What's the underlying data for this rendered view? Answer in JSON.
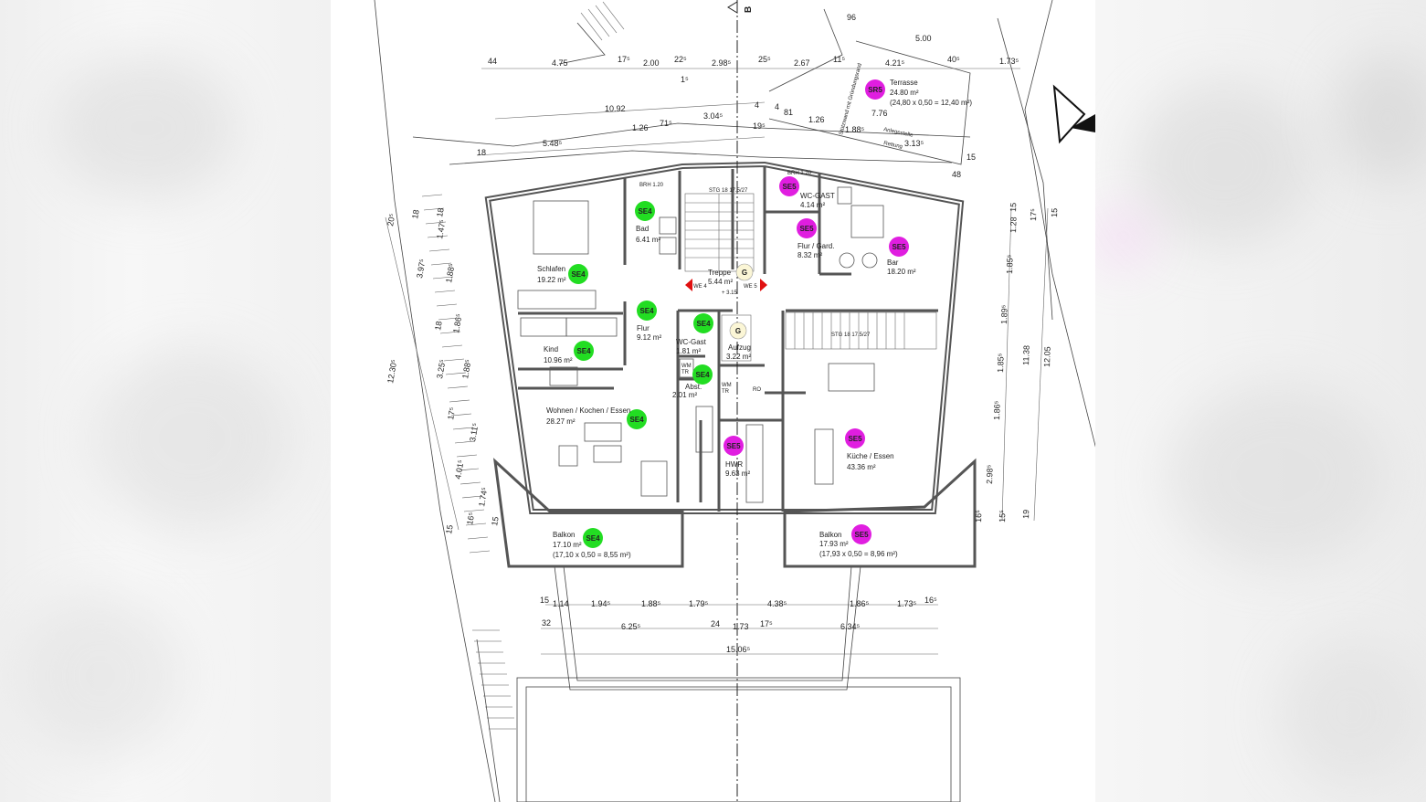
{
  "colors": {
    "we4": "#22dd22",
    "we5": "#e01ee0",
    "common": "#fbf6d6",
    "arrow": "#e01010",
    "wall": "#555555",
    "line": "#333333"
  },
  "section_marker": "B",
  "common_marker": "G",
  "rooms": [
    {
      "id": "schlafen",
      "name": "Schlafen",
      "area": "19.22 m²",
      "tag": "SE4",
      "unit": "we4"
    },
    {
      "id": "bad",
      "name": "Bad",
      "area": "6.41 m²",
      "tag": "SE4",
      "unit": "we4"
    },
    {
      "id": "kind",
      "name": "Kind",
      "area": "10.96 m²",
      "tag": "SE4",
      "unit": "we4"
    },
    {
      "id": "flur4",
      "name": "Flur",
      "area": "9.12 m²",
      "tag": "SE4",
      "unit": "we4"
    },
    {
      "id": "wc4",
      "name": "WC-Gast",
      "area": "1.81 m²",
      "tag": "SE4",
      "unit": "we4"
    },
    {
      "id": "abst",
      "name": "Abst.",
      "area": "2.01 m²",
      "tag": "SE4",
      "unit": "we4"
    },
    {
      "id": "wohnen",
      "name": "Wohnen / Kochen / Essen",
      "area": "28.27 m²",
      "tag": "SE4",
      "unit": "we4"
    },
    {
      "id": "balkon4",
      "name": "Balkon",
      "area": "17.10 m²",
      "note": "(17,10 x 0,50 = 8,55 m²)",
      "tag": "SE4",
      "unit": "we4"
    },
    {
      "id": "wc5",
      "name": "WC-GAST",
      "area": "4.14 m²",
      "tag": "SE5",
      "unit": "we5"
    },
    {
      "id": "flur5",
      "name": "Flur / Gard.",
      "area": "8.32 m²",
      "tag": "SE5",
      "unit": "we5"
    },
    {
      "id": "bar",
      "name": "Bar",
      "area": "18.20 m²",
      "tag": "SE5",
      "unit": "we5"
    },
    {
      "id": "hwr",
      "name": "HWR",
      "area": "9.63 m²",
      "tag": "SE5",
      "unit": "we5"
    },
    {
      "id": "kueche",
      "name": "Küche / Essen",
      "area": "43.36 m²",
      "tag": "SE5",
      "unit": "we5"
    },
    {
      "id": "balkon5",
      "name": "Balkon",
      "area": "17.93 m²",
      "note": "(17,93 x 0,50 = 8,96 m²)",
      "tag": "SE5",
      "unit": "we5"
    },
    {
      "id": "terrasse",
      "name": "Terrasse",
      "area": "24.80 m²",
      "note": "(24,80 x 0,50 = 12,40 m²)",
      "tag": "SR5",
      "unit": "we5"
    },
    {
      "id": "treppe",
      "name": "Treppe",
      "area": "5.44 m²",
      "tag": "G",
      "unit": "common"
    },
    {
      "id": "aufzug",
      "name": "Aufzug",
      "area": "3.22 m²",
      "tag": "G",
      "unit": "common"
    }
  ],
  "small_labels": {
    "we4": "WE 4",
    "we5": "WE 5",
    "level": "+ 3.15",
    "stg_top": "STG 18 17.5/27",
    "stg_right": "STG 18 17.5/27",
    "wm_tr_1": "WM",
    "wm_tr_1b": "TR",
    "wm_tr_2": "WM",
    "wm_tr_2b": "TR",
    "ro": "RO",
    "brh_1": "BRH 1.20",
    "brh_2": "BRH 1.20",
    "anlegestelle": "Anlegestelle",
    "rettung": "Rettung",
    "stuetzwand": "Stützwand mit Gründungsrand"
  },
  "dims_top": [
    "44",
    "4.75",
    "17⁵",
    "2.00",
    "22⁵",
    "2.98⁵",
    "25⁵",
    "2.67",
    "11⁵",
    "4.21⁵",
    "40⁵",
    "1.73⁵",
    "96",
    "5.00",
    "1⁵",
    "10.92",
    "1.26",
    "71⁵",
    "3.04⁵",
    "4",
    "19⁵",
    "4",
    "81",
    "1.26",
    "1.88⁵",
    "7.76",
    "3.13⁵",
    "18",
    "5.48⁵",
    "15",
    "48"
  ],
  "dims_bottom": [
    "15",
    "1.14",
    "1.94⁵",
    "1.88⁵",
    "1.79⁵",
    "4.38⁵",
    "1.86⁵",
    "1.73⁵",
    "16⁵",
    "32",
    "6.25⁵",
    "24",
    "1.73",
    "17⁵",
    "6.34⁵",
    "15.06⁵"
  ],
  "dims_left": [
    "20⁵",
    "18",
    "18",
    "1.47⁵",
    "3.97⁵",
    "1.88⁵",
    "12.30⁵",
    "18",
    "1.86⁵",
    "3.25⁵",
    "1.88⁵",
    "17⁵",
    "3.11⁵",
    "4.01⁵",
    "1.74⁵",
    "16⁵",
    "15",
    "15"
  ],
  "dims_right": [
    "15",
    "1.28",
    "17⁵",
    "15",
    "1.85⁵",
    "1.89⁵",
    "11.38",
    "12.05",
    "1.85⁵",
    "1.86⁵",
    "2.98⁵",
    "16⁵",
    "15⁵",
    "19"
  ]
}
